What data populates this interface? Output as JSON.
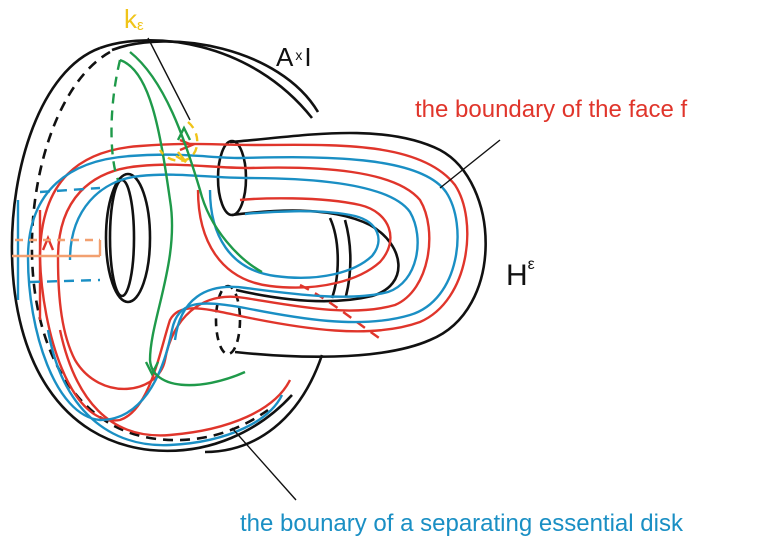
{
  "labels": {
    "k_main": "k",
    "k_sub": "ε",
    "axi_a": "A",
    "axi_x": "x",
    "axi_i": "I",
    "face": "the boundary of the face f",
    "h_main": "H",
    "h_sup": "ε",
    "disk": "the bounary of a separating essential disk"
  },
  "colors": {
    "outline": "#111111",
    "face_curve": "#e0352b",
    "disk_curve": "#1a8fc4",
    "green_arc": "#1f9a4a",
    "knot": "#f0c419",
    "orange_arc": "#f2a070"
  }
}
